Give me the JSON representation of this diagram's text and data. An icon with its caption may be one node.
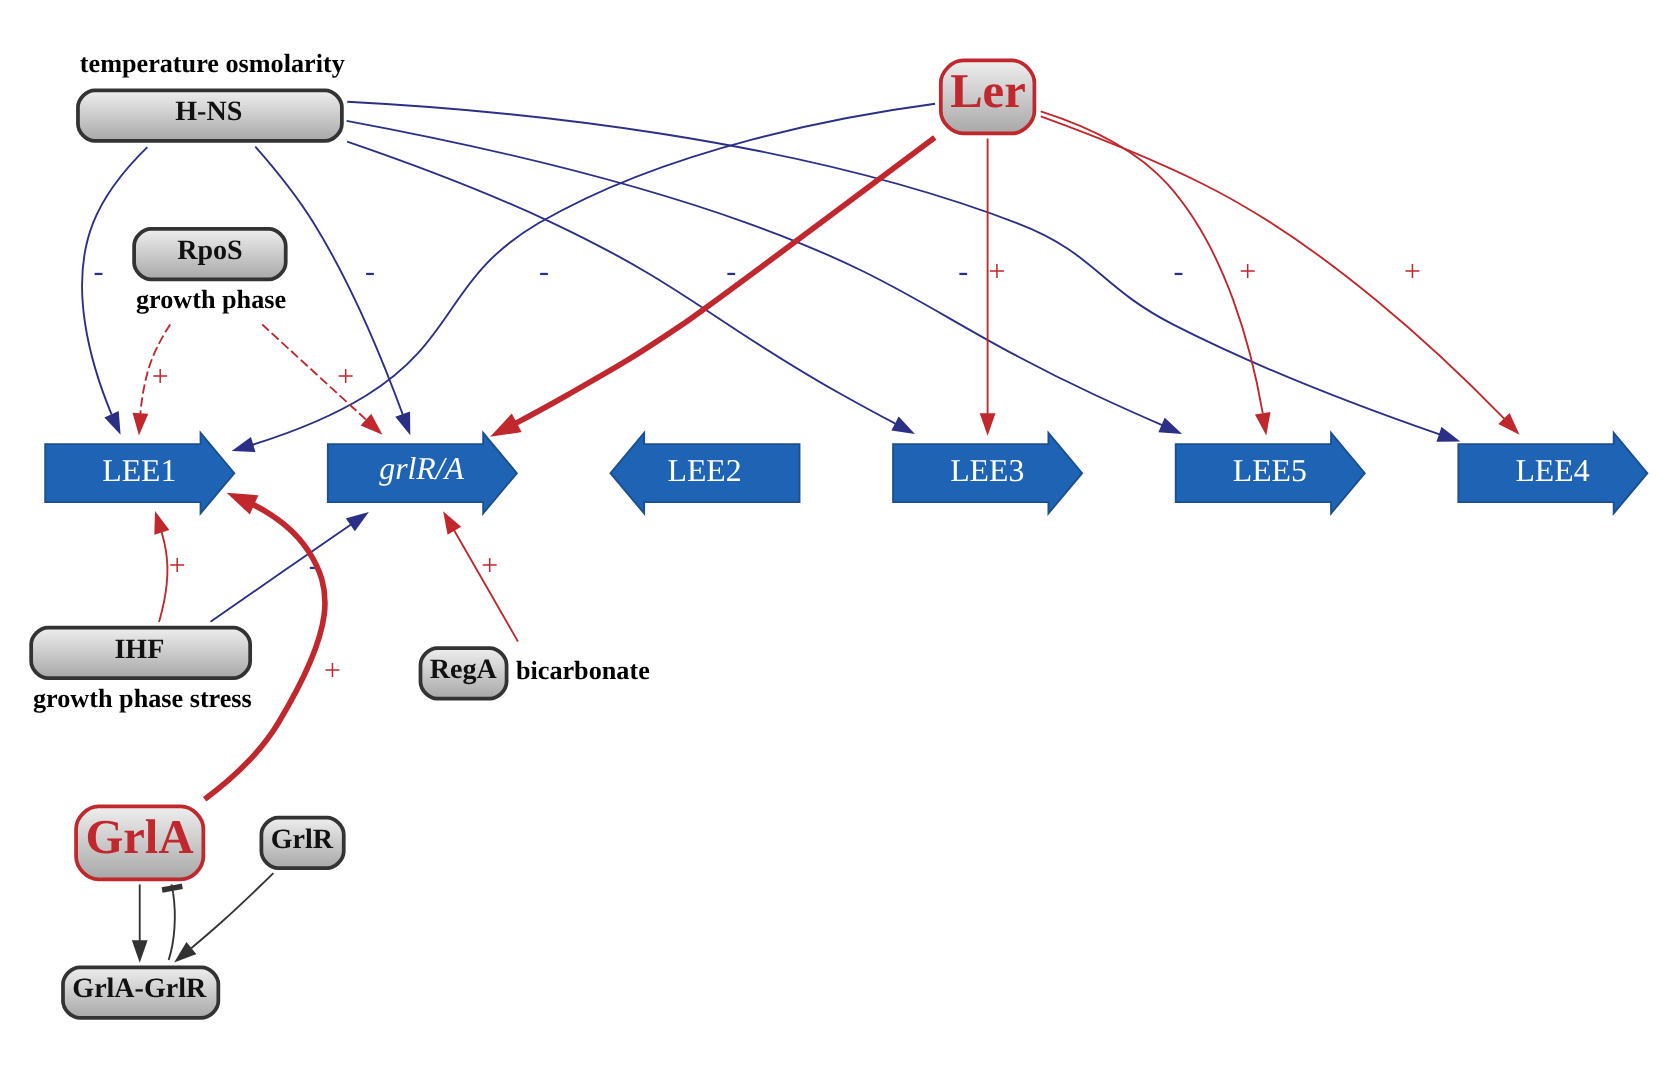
{
  "diagram": {
    "nodes": [
      {
        "text": [
          "H-NS"
        ],
        "beside": [
          "temperature osmolarity"
        ]
      },
      {
        "text": [
          "Ler"
        ]
      },
      {
        "text": [
          "RpoS"
        ],
        "beside": [
          "growth phase"
        ]
      },
      {
        "text": [
          "IHF"
        ],
        "beside": [
          "growth phase stress"
        ]
      },
      {
        "text": [
          "RegA"
        ],
        "beside": [
          "bicarbonate"
        ]
      },
      {
        "text": [
          "GrlA"
        ]
      },
      {
        "text": [
          "GrlR"
        ]
      },
      {
        "text": [
          "GrlA-GrlR"
        ]
      },
      {
        "text": [
          "LEE1"
        ]
      },
      {
        "text": [
          "grlR/A"
        ]
      },
      {
        "text": [
          "LEE2"
        ]
      },
      {
        "text": [
          "LEE3"
        ]
      },
      {
        "text": [
          "LEE5"
        ]
      },
      {
        "text": [
          "LEE4"
        ]
      }
    ],
    "edges": [
      {
        "from": 0,
        "to": 8,
        "arrow": "to",
        "label": "-",
        "color": "#2b2f86"
      },
      {
        "from": 1,
        "to": 8,
        "arrow": "to",
        "label": "-",
        "color": "#2b2f86"
      },
      {
        "from": 2,
        "to": 8,
        "arrow": "to",
        "label": "+",
        "style": "dashed"
      },
      {
        "from": 5,
        "to": 8,
        "arrow": "to",
        "label": "+",
        "style": "thick"
      },
      {
        "from": 3,
        "to": 8,
        "arrow": "to",
        "label": "+"
      },
      {
        "from": 2,
        "to": 9,
        "arrow": "to",
        "label": "+",
        "style": "dashed"
      },
      {
        "from": 1,
        "to": 9,
        "arrow": "to",
        "style": "thick"
      },
      {
        "from": 0,
        "to": 9,
        "arrow": "to",
        "label": "-",
        "color": "#2b2f86"
      },
      {
        "from": 3,
        "to": 9,
        "arrow": "to",
        "label": "-",
        "color": "#2b2f86"
      },
      {
        "from": 4,
        "to": 9,
        "arrow": "to",
        "label": "+"
      },
      {
        "from": 1,
        "to": 11,
        "arrow": "to",
        "label": "+"
      },
      {
        "from": 0,
        "to": 11,
        "arrow": "to",
        "label": "-",
        "color": "#2b2f86"
      },
      {
        "from": 1,
        "to": 12,
        "arrow": "to",
        "label": "+"
      },
      {
        "from": 0,
        "to": 12,
        "arrow": "to",
        "label": "-",
        "color": "#2b2f86"
      },
      {
        "from": 1,
        "to": 13,
        "arrow": "to",
        "label": "+"
      },
      {
        "from": 0,
        "to": 13,
        "arrow": "to",
        "label": "-",
        "color": "#2b2f86"
      },
      {
        "from": 5,
        "to": 7,
        "arrow": "to",
        "color": "#333333"
      },
      {
        "from": 6,
        "to": 7,
        "arrow": "to",
        "color": "#333333"
      },
      {
        "from": 7,
        "to": 5,
        "arrow": "other",
        "color": "#333333"
      }
    ]
  }
}
